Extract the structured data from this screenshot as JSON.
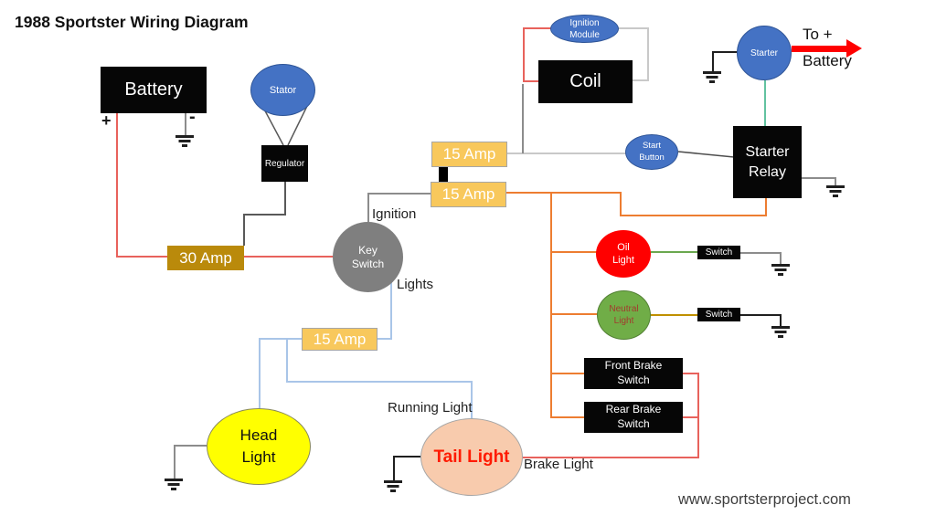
{
  "title": "1988 Sportster Wiring Diagram",
  "footer": {
    "website": "www.sportsterproject.com"
  },
  "labels": {
    "battery": "Battery",
    "battery_plus": "+",
    "battery_minus": "-",
    "stator": "Stator",
    "regulator": "Regulator",
    "fuse_30": "30 Amp",
    "fuse_15_top": "15 Amp",
    "fuse_15_mid": "15 Amp",
    "fuse_15_lights": "15 Amp",
    "key_switch": "Key Switch",
    "ignition": "Ignition",
    "lights": "Lights",
    "ignition_module": "Ignition Module",
    "coil": "Coil",
    "start_button": "Start Button",
    "starter": "Starter",
    "starter_relay": "Starter Relay",
    "to_plus": "To +",
    "to_battery": "Battery",
    "oil_light": "Oil Light",
    "oil_switch": "Switch",
    "neutral_light": "Neutral Light",
    "neutral_switch": "Switch",
    "front_brake_switch": "Front Brake Switch",
    "rear_brake_switch": "Rear Brake Switch",
    "head_light": "Head Light",
    "tail_light": "Tail Light",
    "running_light": "Running Light",
    "brake_light": "Brake Light"
  },
  "colors": {
    "shape-blue": "#4472C4",
    "shape-blue-border": "#2F5597",
    "shape-black": "#060606",
    "fuse-yellow": "#F8C85C",
    "fuse-border": "#A6A6A6",
    "amp30-gold": "#BA8A0B",
    "key-gray": "#7F7F7F",
    "oil-red": "#FF0000",
    "neutral-green": "#70AD47",
    "neutral-green-border": "#538135",
    "neutral-text": "#A23B2E",
    "headlight-yellow": "#FFFF00",
    "taillight-peach": "#F8CBAD",
    "taillight-text": "#FF1A00",
    "wire-red": "#E8625C",
    "wire-orange": "#ED7D31",
    "wire-blue": "#A9C5E8",
    "wire-gray-light": "#C9C9C9",
    "wire-gray": "#8C8C8C",
    "wire-gray-dark": "#595959",
    "wire-black": "#1F1F1F",
    "wire-green-mint": "#62C2A0",
    "wire-green": "#6AA84F",
    "wire-dark-yellow": "#BF9000",
    "arrow-red": "#FF0000"
  }
}
